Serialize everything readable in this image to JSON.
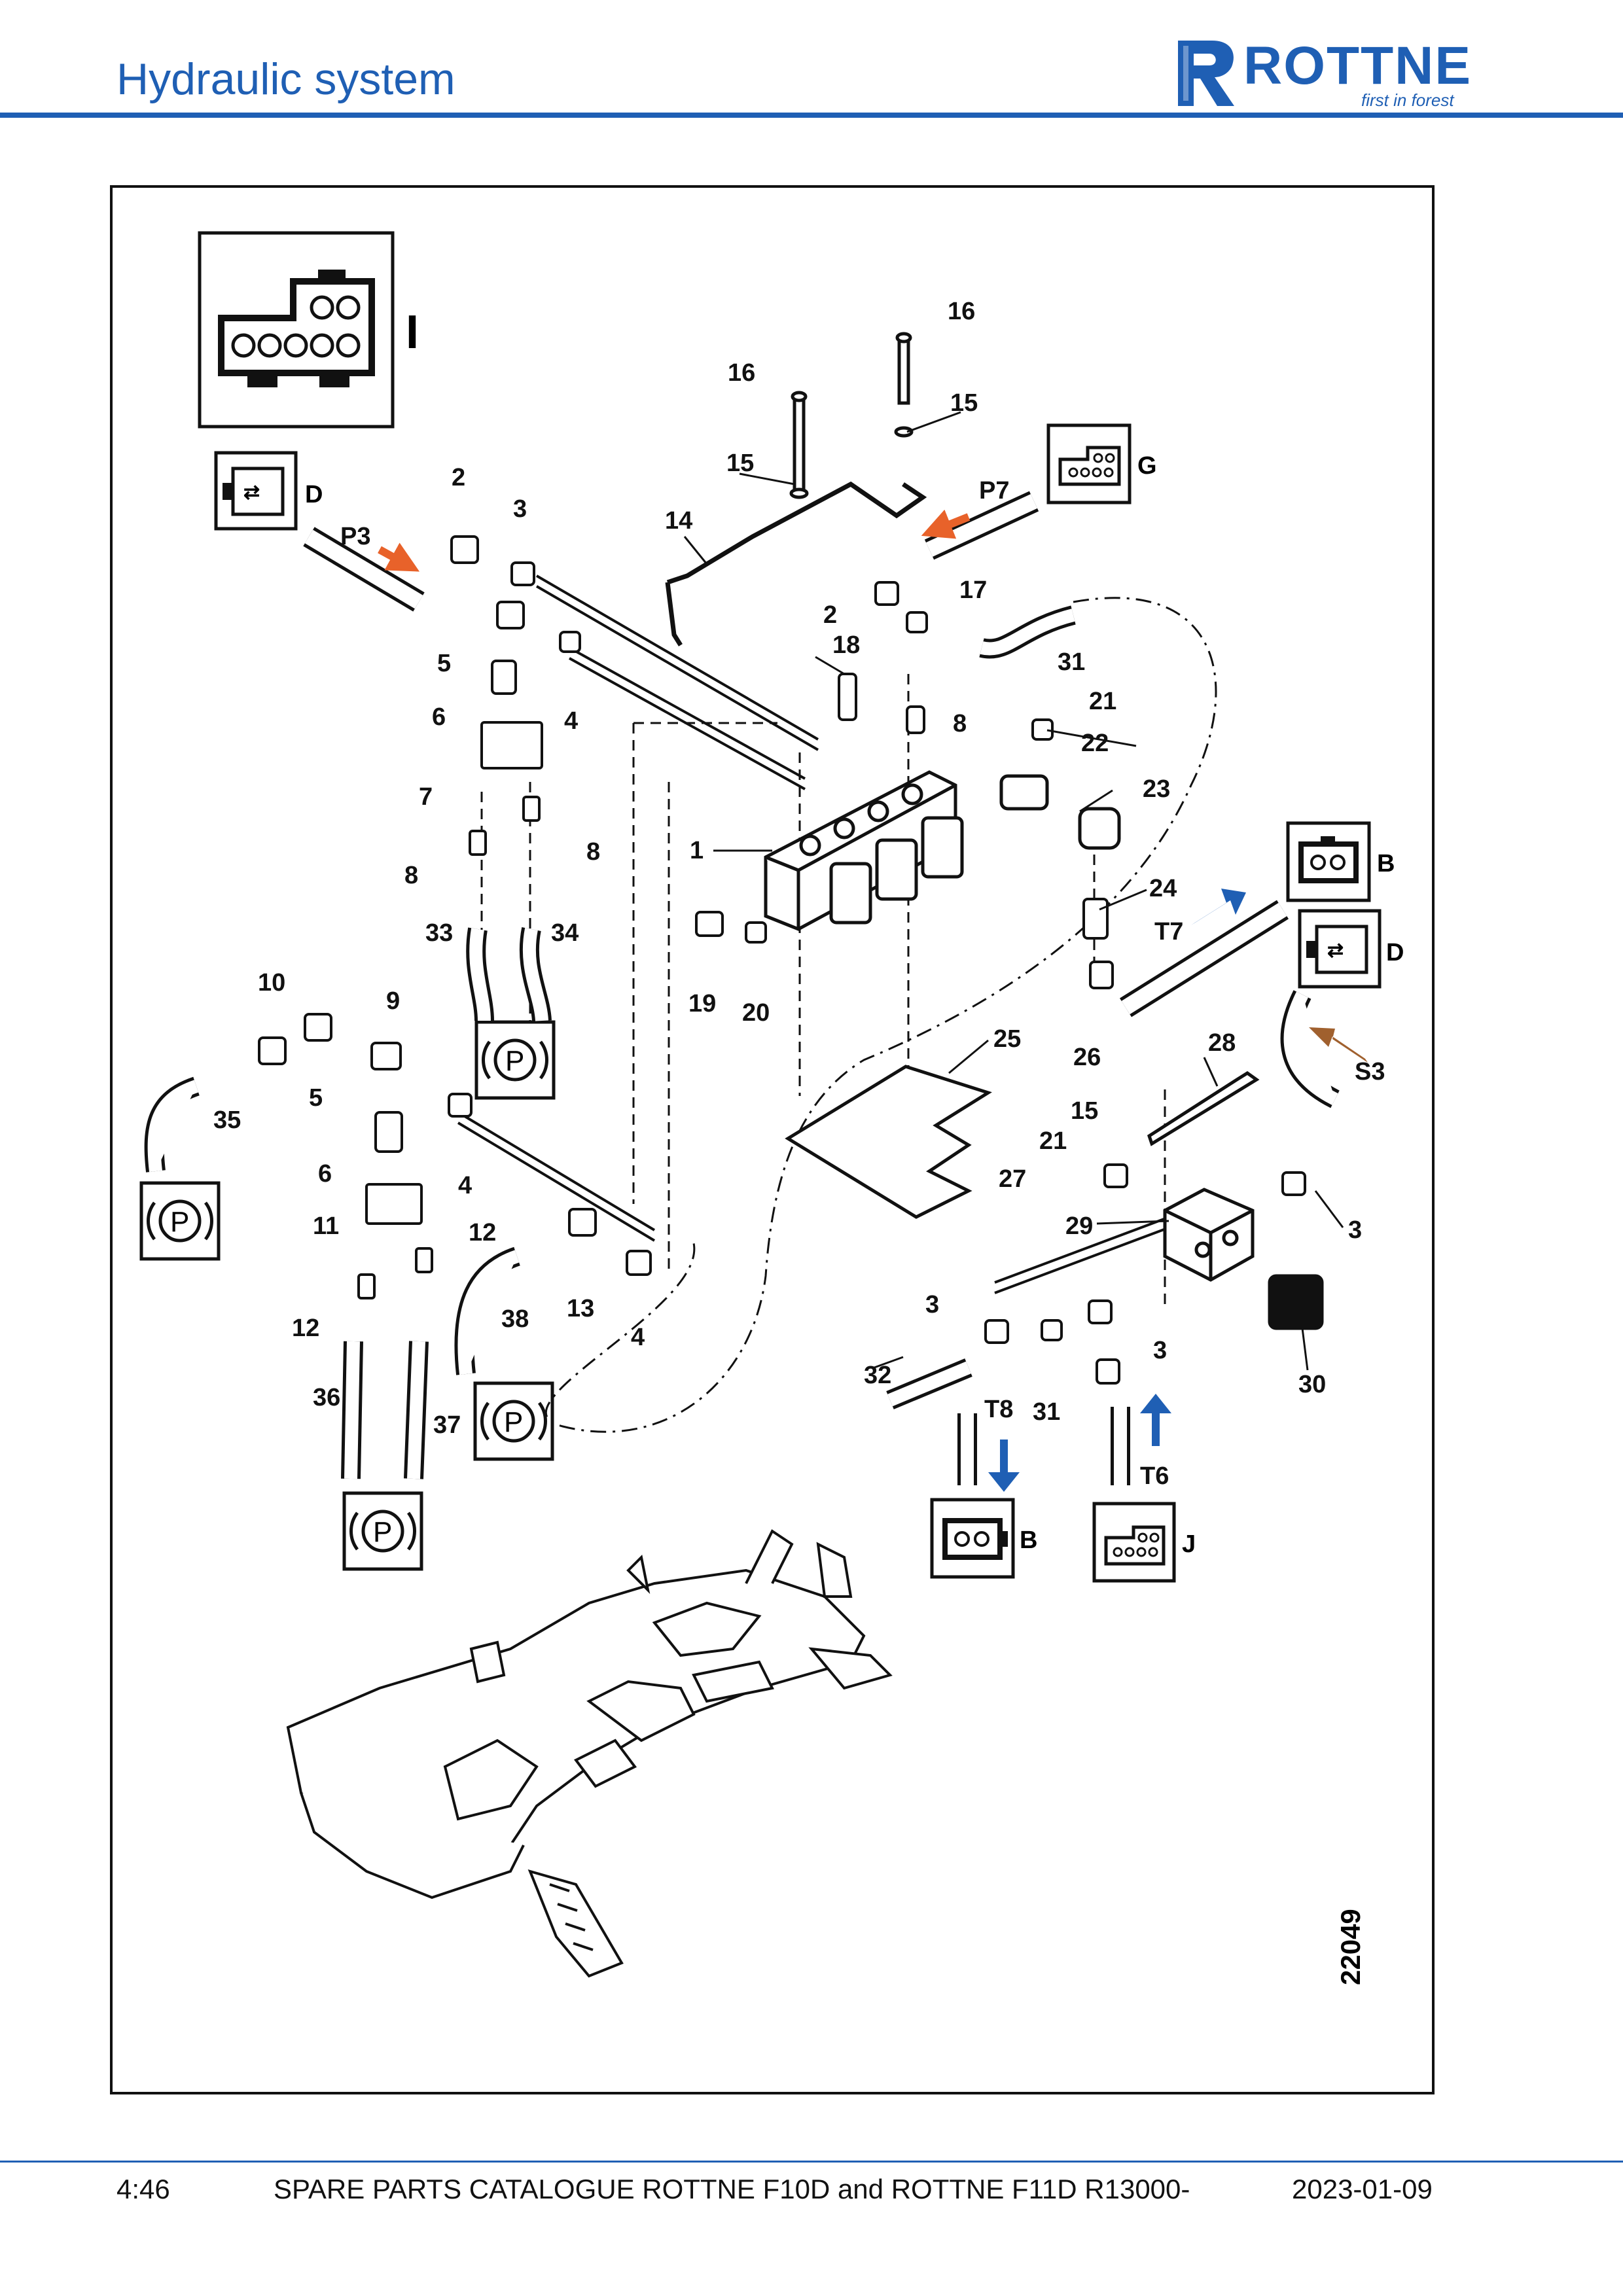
{
  "header": {
    "title": "Hydraulic system",
    "brand": "ROTTNE",
    "tagline": "first in forest",
    "accent_color": "#1f5fb4"
  },
  "diagram": {
    "id": "22049",
    "connector_letters": [
      "I",
      "D",
      "G",
      "B",
      "D",
      "B",
      "J"
    ],
    "port_labels": [
      "P3",
      "P7",
      "T7",
      "S3",
      "T8",
      "T6"
    ],
    "callouts": [
      "1",
      "2",
      "2",
      "3",
      "3",
      "3",
      "3",
      "4",
      "4",
      "4",
      "5",
      "5",
      "6",
      "6",
      "7",
      "8",
      "8",
      "8",
      "9",
      "10",
      "11",
      "12",
      "12",
      "13",
      "14",
      "15",
      "15",
      "15",
      "16",
      "16",
      "17",
      "18",
      "19",
      "20",
      "21",
      "21",
      "22",
      "23",
      "24",
      "25",
      "26",
      "27",
      "28",
      "29",
      "30",
      "31",
      "31",
      "32",
      "33",
      "34",
      "35",
      "36",
      "37",
      "38"
    ],
    "parking_symbol": "P",
    "arrow_colors": {
      "pressure": "#e8622a",
      "tank": "#1f5fb4",
      "signal": "#a0602e"
    }
  },
  "footer": {
    "page": "4:46",
    "document": "SPARE PARTS CATALOGUE ROTTNE F10D and ROTTNE F11D R13000-",
    "date": "2023-01-09"
  }
}
